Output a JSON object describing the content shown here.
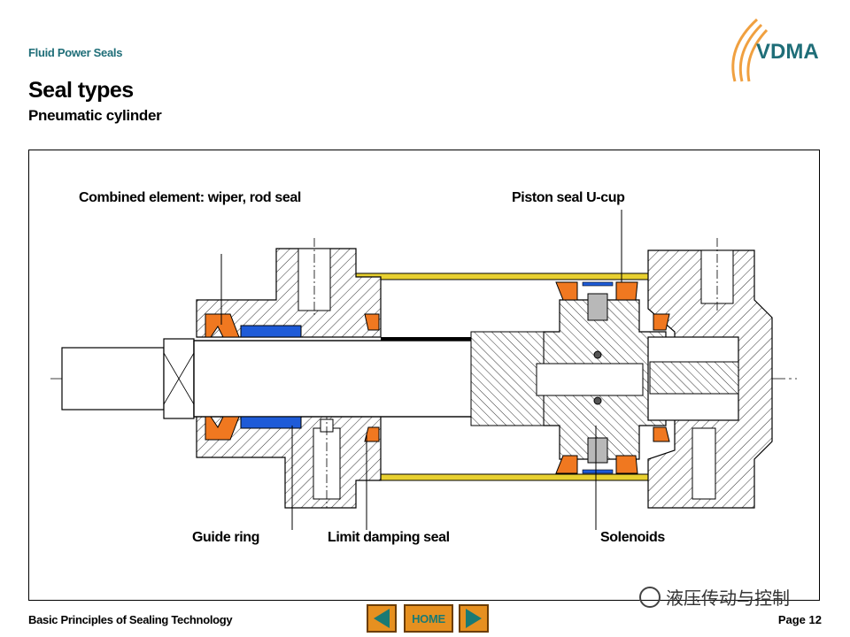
{
  "header": {
    "section": "Fluid Power Seals",
    "title": "Seal types",
    "subtitle": "Pneumatic cylinder",
    "logo_text": "VDMA"
  },
  "labels": {
    "combined_element": "Combined element: wiper, rod seal",
    "piston_seal": "Piston seal U-cup",
    "guide_ring": "Guide ring",
    "limit_damping": "Limit damping seal",
    "solenoids": "Solenoids"
  },
  "footer": {
    "left": "Basic Principles of Sealing Technology",
    "page": "Page 12",
    "home_label": "HOME",
    "watermark": "液压传动与控制"
  },
  "colors": {
    "seal": "#f07820",
    "guide": "#1e5bd8",
    "tie_rod": "#e8d030",
    "section_text": "#1f6e78",
    "nav_button": "#e69020"
  }
}
